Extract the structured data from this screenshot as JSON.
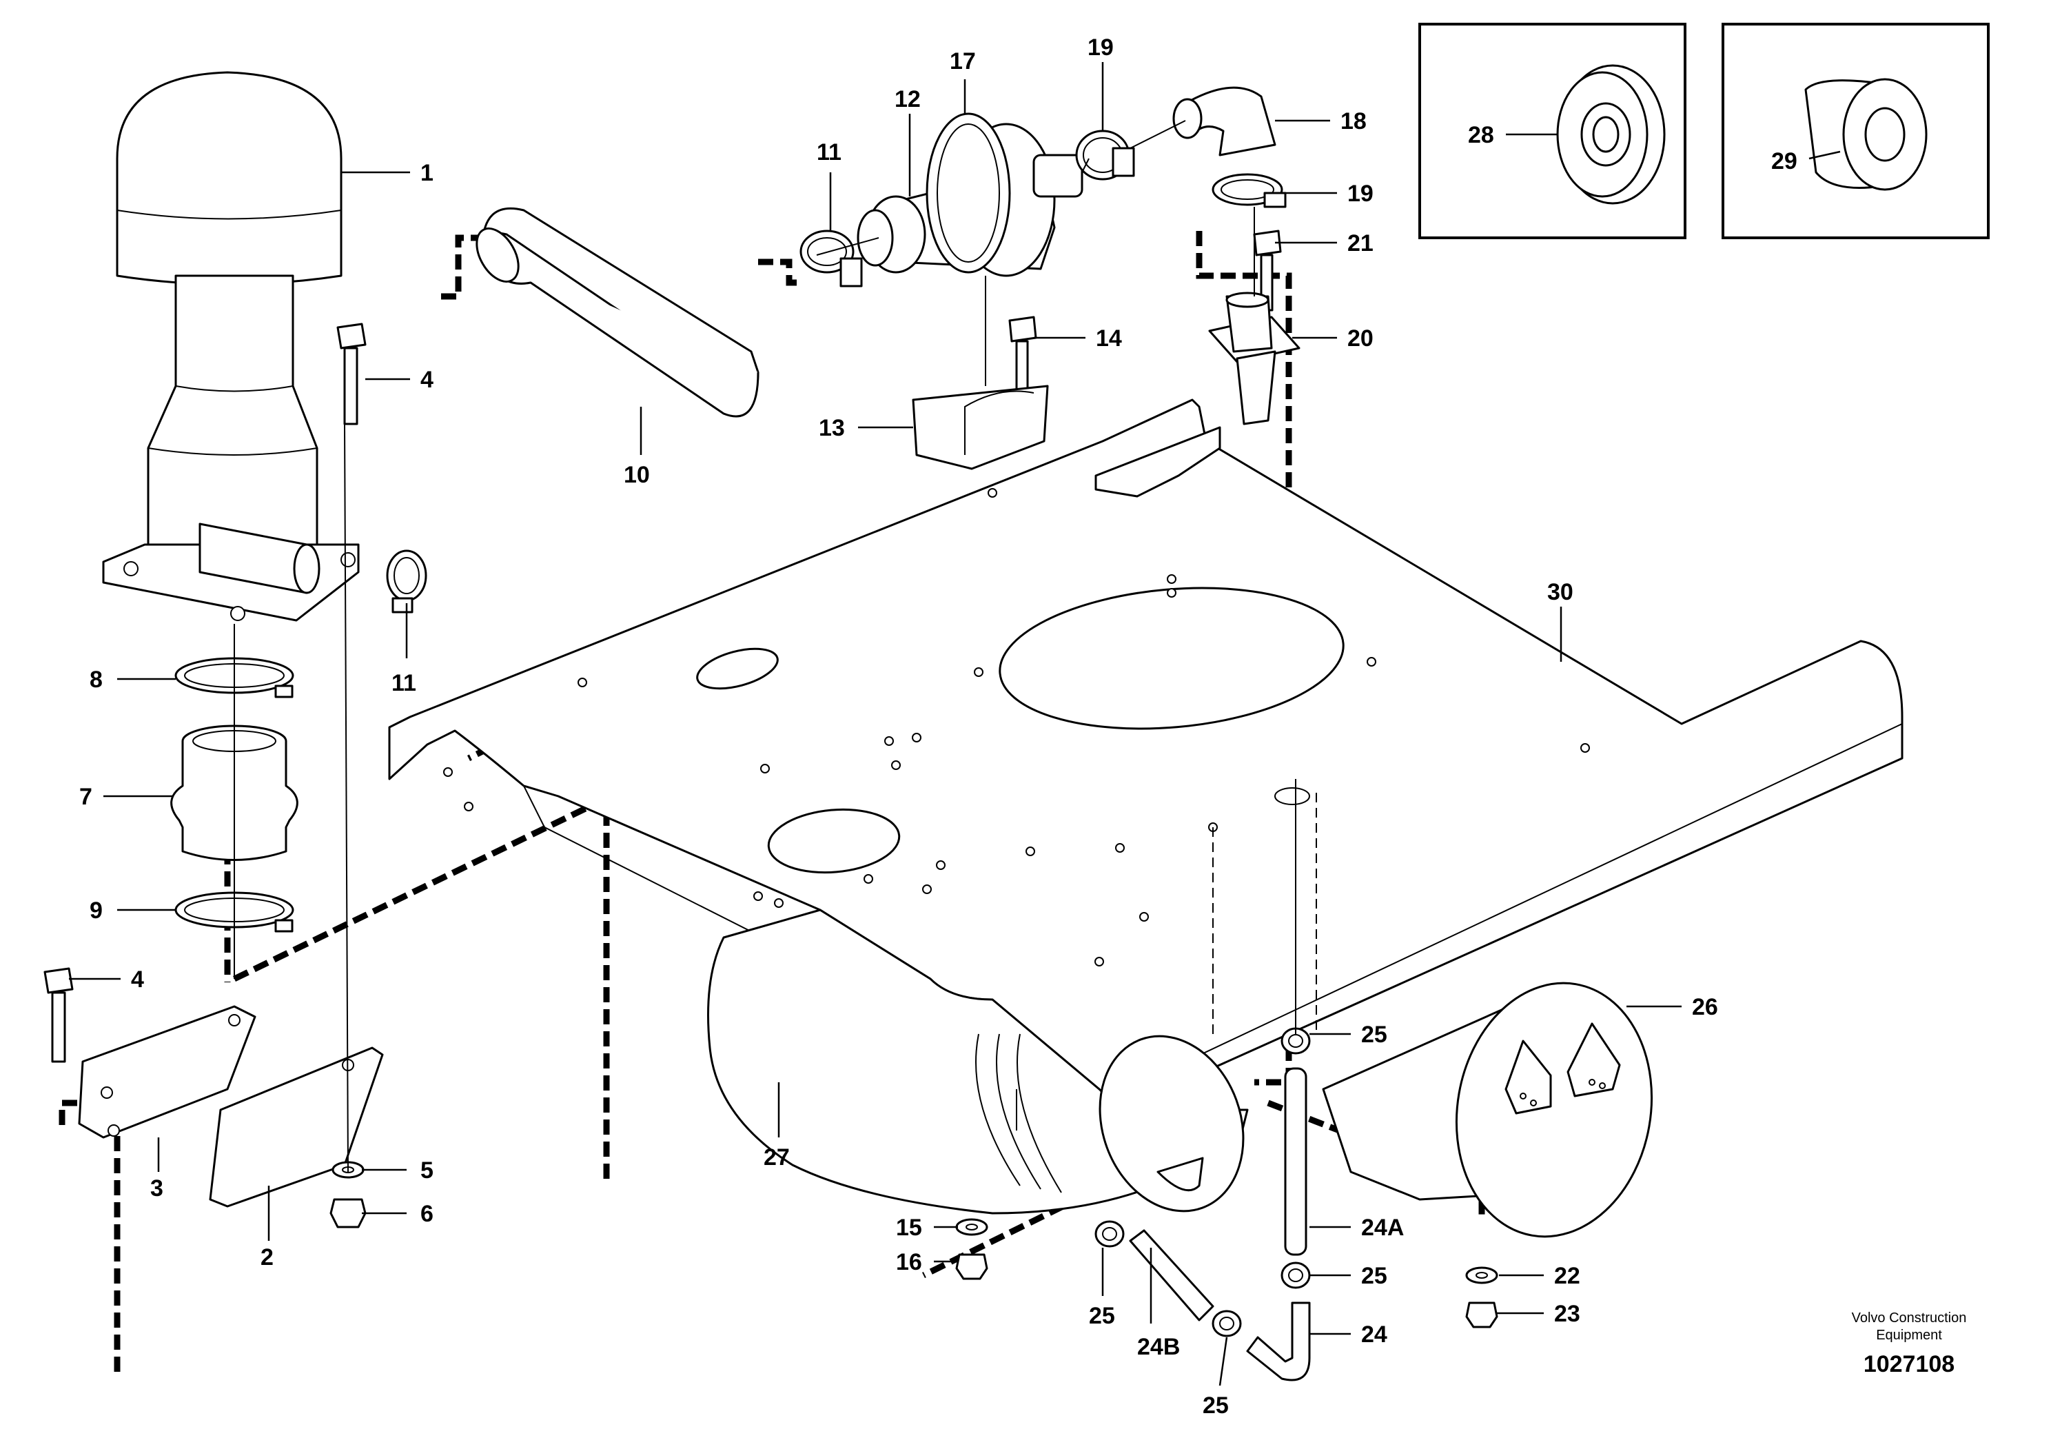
{
  "callouts": {
    "c1": "1",
    "c2": "2",
    "c3": "3",
    "c4a": "4",
    "c4b": "4",
    "c5": "5",
    "c6": "6",
    "c7": "7",
    "c8": "8",
    "c9": "9",
    "c10": "10",
    "c11a": "11",
    "c11b": "11",
    "c12": "12",
    "c13": "13",
    "c14": "14",
    "c15": "15",
    "c16": "16",
    "c17": "17",
    "c18": "18",
    "c19a": "19",
    "c19b": "19",
    "c20": "20",
    "c21": "21",
    "c22": "22",
    "c23": "23",
    "c24": "24",
    "c24a": "24A",
    "c24b": "24B",
    "c25a": "25",
    "c25b": "25",
    "c25c": "25",
    "c25d": "25",
    "c26": "26",
    "c27": "27",
    "c28": "28",
    "c29": "29",
    "c30": "30"
  },
  "footer": {
    "brand_line1": "Volvo Construction",
    "brand_line2": "Equipment",
    "doc_number": "1027108"
  }
}
